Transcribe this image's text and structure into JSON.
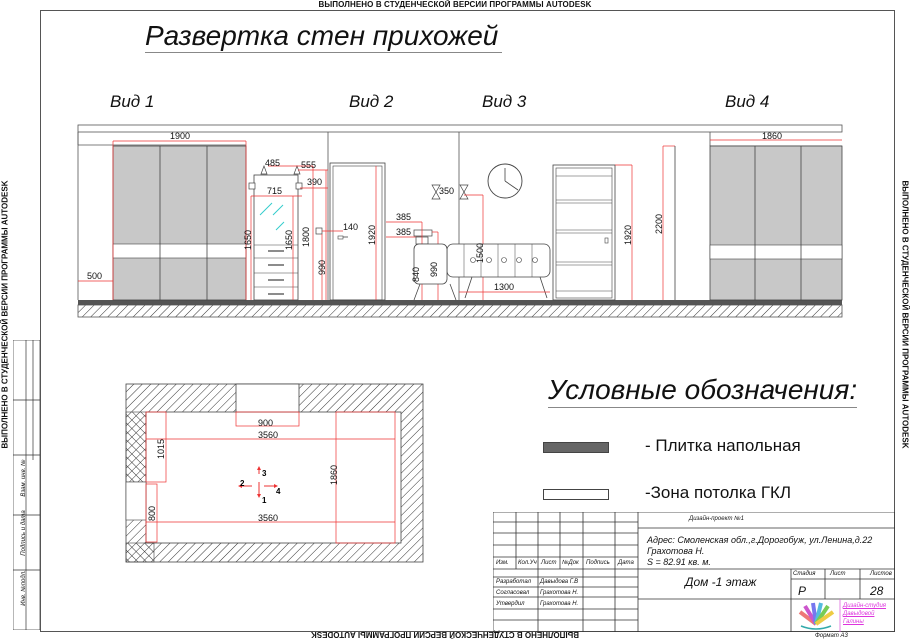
{
  "watermark": {
    "text": "ВЫПОЛНЕНО В СТУДЕНЧЕСКОЙ ВЕРСИИ ПРОГРАММЫ AUTODESK"
  },
  "sheet": {
    "title": "Развертка стен прихожей"
  },
  "views": [
    {
      "label": "Вид 1"
    },
    {
      "label": "Вид 2"
    },
    {
      "label": "Вид 3"
    },
    {
      "label": "Вид 4"
    }
  ],
  "elevation_dimensions": {
    "wardrobe1_width": "1900",
    "wardrobe1_side": "500",
    "lamp_left": "485",
    "lamp_right": "555",
    "socket_height": "390",
    "mirror_width": "715",
    "mirror_left_height": "1650",
    "mirror_right_height": "1650",
    "mirror_total_height": "1800",
    "switch_offset": "140",
    "switch_height": "990",
    "door1_height": "1920",
    "socket_upper_offset": "385",
    "socket_lower_offset": "385",
    "sconce_spacing": "350",
    "sofa_height_840": "840",
    "sofa_height_990": "990",
    "sconce_height": "1500",
    "sofa_width": "1300",
    "door2_height": "1920",
    "wardrobe2_height": "2200",
    "wardrobe2_width": "1860"
  },
  "plan": {
    "door_width": "900",
    "length_top": "3560",
    "length_bottom": "3560",
    "width": "1860",
    "left_upper": "1015",
    "left_lower": "800",
    "view_arrows": [
      "1",
      "2",
      "3",
      "4"
    ]
  },
  "legend": {
    "title": "Условные обозначения:",
    "items": [
      {
        "label": "- Плитка напольная",
        "color": "#666666"
      },
      {
        "label": "-Зона потолка  ГКЛ",
        "color": "#ffffff"
      }
    ]
  },
  "title_block": {
    "project": "Дизайн-проект  №1",
    "address": "Адрес: Смоленская обл.,г.Дорогобуж, ул.Ленина,д.22",
    "client": "Грахотова Н.",
    "area": "S = 82.91 кв. м.",
    "sheet_name": "Дом -1 этаж",
    "headers": [
      "Изм.",
      "Кол.Уч",
      "Лист",
      "№Док",
      "Подпись",
      "Дата"
    ],
    "roles": [
      {
        "role": "Разработал",
        "name": "Давыдова Г.В"
      },
      {
        "role": "Согласовал",
        "name": "Грахотова Н."
      },
      {
        "role": "Утвердил",
        "name": "Грахотова Н."
      }
    ],
    "stage_label": "Стадия",
    "sheet_label": "Лист",
    "sheets_label": "Листов",
    "stage": "Р",
    "sheet": "",
    "sheets": "28",
    "studio": [
      "Дизайн-студия",
      "Давыдовой",
      "Галины"
    ],
    "format": "Формат А3"
  },
  "side_stamp": {
    "labels": [
      "Инв. №подл.",
      "Подпись и дата",
      "Взам. инв. №"
    ]
  }
}
